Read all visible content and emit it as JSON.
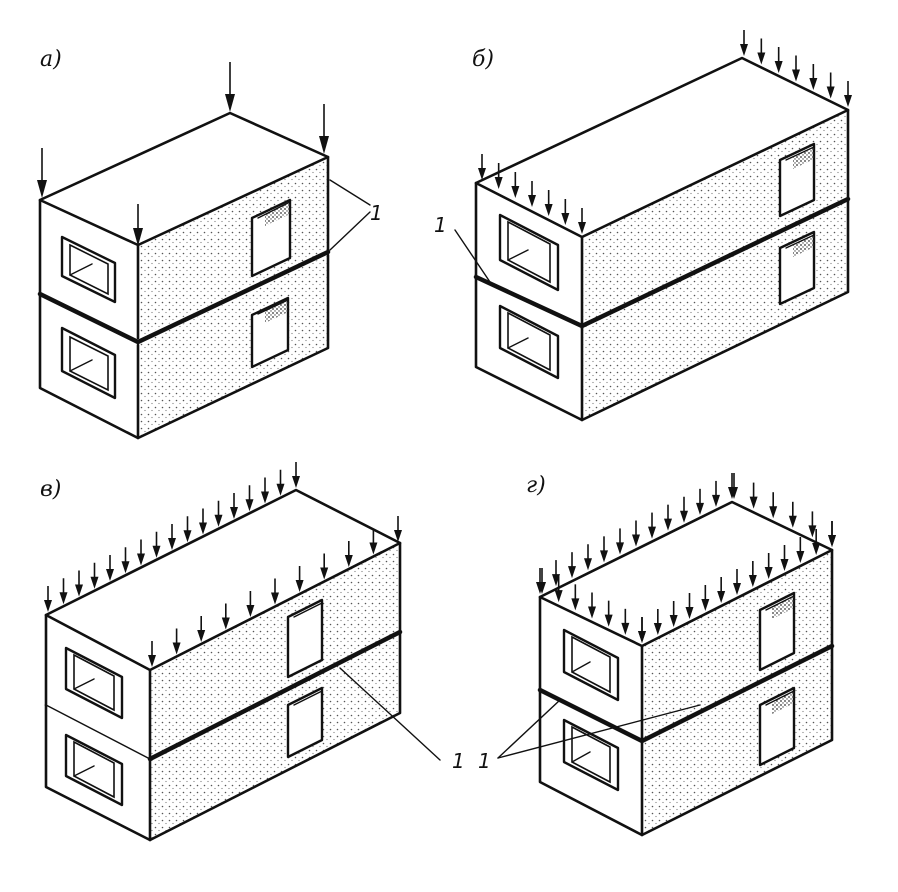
{
  "panels": [
    {
      "id": "a",
      "label": "а)",
      "leader_label": "1"
    },
    {
      "id": "b",
      "label": "б)",
      "leader_label": "1"
    },
    {
      "id": "v",
      "label": "в)",
      "leader_label": "1"
    },
    {
      "id": "g",
      "label": "г)",
      "leader_label": "1"
    }
  ]
}
